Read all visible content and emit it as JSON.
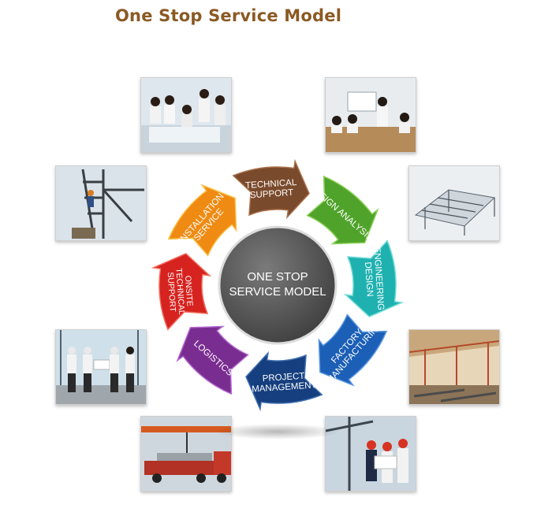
{
  "title": "One Stop Service Model",
  "center_label_line1": "ONE STOP",
  "center_label_line2": "SERVICE MODEL",
  "stages": [
    {
      "lines": [
        "TECHNICAL",
        "SUPPORT"
      ],
      "color": "#7a4a2c",
      "highlight": "#a9704a"
    },
    {
      "lines": [
        "DESIGN ANALYSIS"
      ],
      "color": "#4fa32a",
      "highlight": "#8fd15a"
    },
    {
      "lines": [
        "ENGINEERING",
        "DESIGN"
      ],
      "color": "#1fb1b0",
      "highlight": "#6fdcd6"
    },
    {
      "lines": [
        "FACTORY",
        "MANUFACTURING"
      ],
      "color": "#1b5fb6",
      "highlight": "#5a97e2"
    },
    {
      "lines": [
        "PROJECT",
        "MANAGEMENT"
      ],
      "color": "#153f7e",
      "highlight": "#3f6eb0"
    },
    {
      "lines": [
        "LOGISTICS"
      ],
      "color": "#7a2d91",
      "highlight": "#b46ad0"
    },
    {
      "lines": [
        "ONSITE",
        "TECHNICAL",
        "SUPPORT"
      ],
      "color": "#d6231f",
      "highlight": "#f36a5b"
    },
    {
      "lines": [
        "INSTALLATION",
        "SERVICE"
      ],
      "color": "#ef8a12",
      "highlight": "#fbc04a"
    }
  ],
  "colors": {
    "title": "#8a5a23",
    "center_fill": "#565656",
    "center_text": "#ffffff"
  },
  "photos": [
    {
      "name": "team-meeting-photo"
    },
    {
      "name": "design-office-photo"
    },
    {
      "name": "structure-3d-model-photo"
    },
    {
      "name": "steel-erection-photo"
    },
    {
      "name": "onsite-engineers-photo"
    },
    {
      "name": "factory-floor-photo"
    },
    {
      "name": "truck-loading-photo"
    },
    {
      "name": "site-inspection-photo"
    }
  ]
}
